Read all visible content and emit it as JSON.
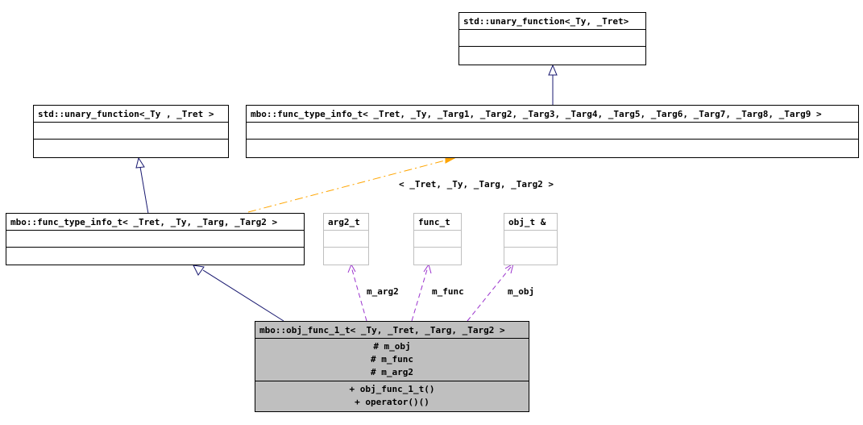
{
  "classes": {
    "unary_function_tret": {
      "title": "std::unary_function<_Ty, _Tret>"
    },
    "unary_function_ty": {
      "title": "std::unary_function<_Ty , _Tret >"
    },
    "func_type_info_full": {
      "title": "mbo::func_type_info_t< _Tret, _Ty, _Targ1, _Targ2, _Targ3, _Targ4, _Targ5, _Targ6, _Targ7, _Targ8, _Targ9 >"
    },
    "func_type_info_small": {
      "title": "mbo::func_type_info_t< _Tret, _Ty, _Targ, _Targ2 >"
    },
    "arg2_t": {
      "title": "arg2_t"
    },
    "func_t": {
      "title": "func_t"
    },
    "obj_t_ref": {
      "title": "obj_t &"
    },
    "obj_func": {
      "title": "mbo::obj_func_1_t< _Ty, _Tret, _Targ, _Targ2 >",
      "attributes": [
        "# m_obj",
        "# m_func",
        "# m_arg2"
      ],
      "methods": [
        "+ obj_func_1_t()",
        "+ operator()()"
      ]
    }
  },
  "labels": {
    "template_args": "< _Tret, _Ty, _Targ, _Targ2 >",
    "m_arg2": "m_arg2",
    "m_func": "m_func",
    "m_obj": "m_obj"
  },
  "colors": {
    "inheritance": "#191970",
    "template": "#ffa500",
    "usage": "#9a32cd",
    "highlight_fill": "#bfbfbf"
  }
}
